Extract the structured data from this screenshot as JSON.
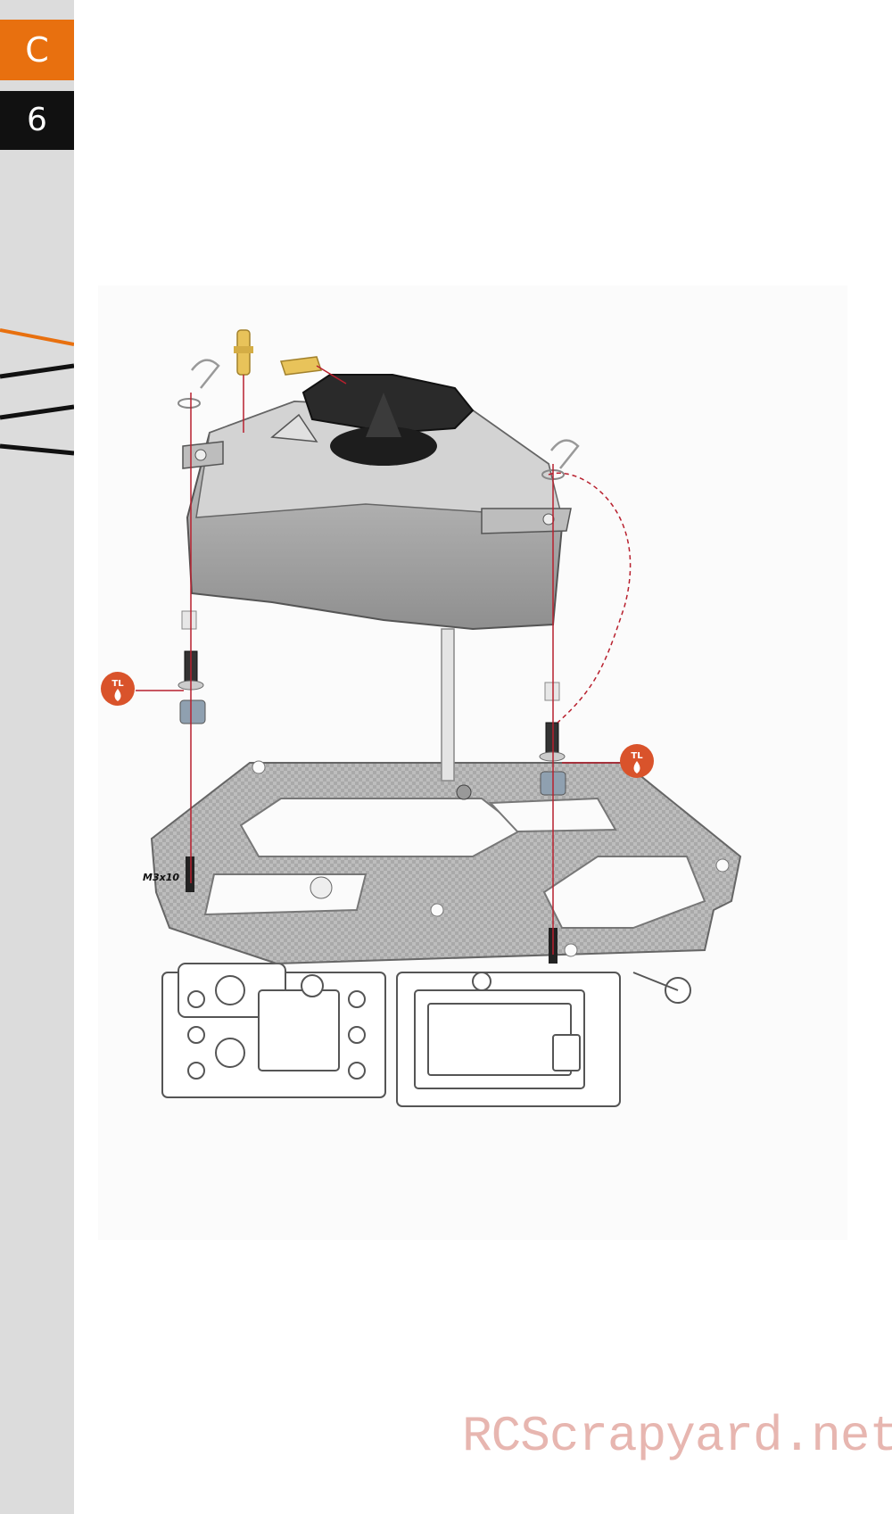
{
  "sidebar": {
    "section_letter": "C",
    "step_number": "6",
    "accent_color": "#e8700f"
  },
  "diagram": {
    "screw_label": "M3x10",
    "threadlock_badge_left": "TL",
    "threadlock_badge_right": "TL",
    "threadlock_color": "#d9532b",
    "guide_line_color": "#b8202e"
  },
  "watermark": "RCScrapyard.net"
}
